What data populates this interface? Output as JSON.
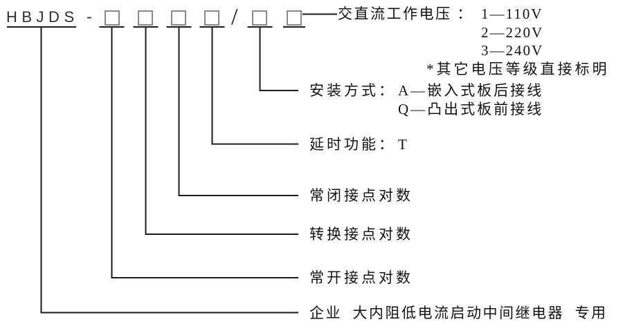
{
  "model": {
    "prefix": "HBJDS",
    "dash": "-",
    "slash": "/"
  },
  "voltage": {
    "label": "交直流工作电压 ：",
    "options": [
      "1—110V",
      "2—220V",
      "3—240V"
    ],
    "note": "*其它电压等级直接标明"
  },
  "mounting": {
    "label": "安装方式：",
    "options": [
      "A—嵌入式板后接线",
      "Q—凸出式板前接线"
    ]
  },
  "delay": {
    "label": "延时功能：",
    "value": "T"
  },
  "contacts": {
    "nc": "常闭接点对数",
    "changeover": "转换接点对数",
    "no": "常开接点对数"
  },
  "enterprise": "企业  大内阻低电流启动中间继电器  专用"
}
